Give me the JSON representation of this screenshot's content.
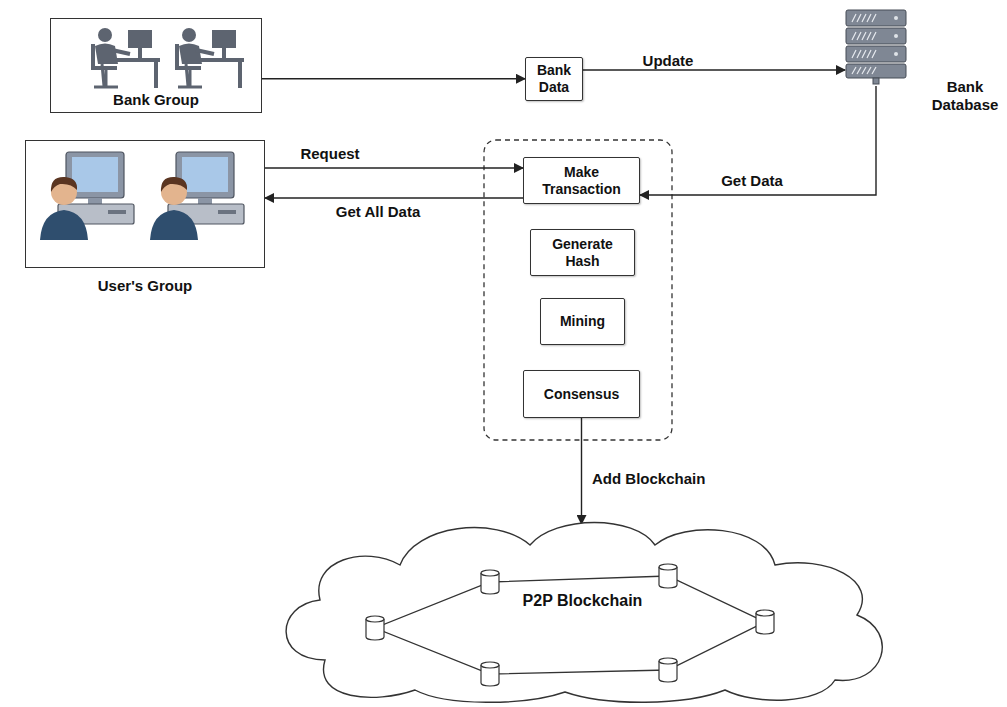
{
  "diagram": {
    "nodes": [
      {
        "text": [
          "Bank Group"
        ]
      },
      {
        "text": [
          "Bank Data"
        ]
      },
      {
        "text": [
          "Bank Database"
        ]
      },
      {
        "text": [
          "User's Group"
        ]
      },
      {
        "text": [
          "Make Transaction"
        ]
      },
      {
        "text": [
          "Generate Hash"
        ]
      },
      {
        "text": [
          "Mining"
        ]
      },
      {
        "text": [
          "Consensus"
        ]
      },
      {
        "text": [
          "P2P Blockchain"
        ]
      }
    ],
    "edges": [
      {
        "from": 0,
        "to": 1,
        "arrow": "to"
      },
      {
        "from": 1,
        "to": 2,
        "label": "Update",
        "arrow": "to"
      },
      {
        "from": 2,
        "to": 4,
        "label": "Get Data",
        "arrow": "to"
      },
      {
        "from": 3,
        "to": 4,
        "label": "Request",
        "arrow": "to"
      },
      {
        "from": 4,
        "to": 3,
        "label": "Get All Data",
        "arrow": "to"
      },
      {
        "from": 7,
        "to": 8,
        "label": "Add Blockchain",
        "arrow": "to"
      }
    ]
  }
}
